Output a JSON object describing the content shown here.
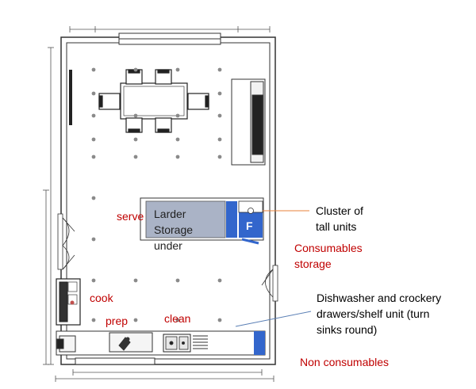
{
  "labels": {
    "serve": "serve",
    "larder": [
      "Larder",
      "Storage",
      "under"
    ],
    "fridge": "F",
    "cluster": [
      "Cluster of",
      "tall units"
    ],
    "consumables": [
      "Consumables",
      "storage"
    ],
    "cook": "cook",
    "prep": "prep",
    "clean": "clean",
    "dishwasher": [
      "Dishwasher and crockery",
      "drawers/shelf unit (turn",
      "sinks round)"
    ],
    "non_consumables": "Non consumables"
  },
  "colors": {
    "zone_text": "#c00000",
    "larder_fill": "#aab3c6",
    "tall_unit_fill": "#3366cc",
    "cluster_line": "#e8813a",
    "dishwasher_line": "#5a7fb5",
    "walls": "#333333"
  }
}
